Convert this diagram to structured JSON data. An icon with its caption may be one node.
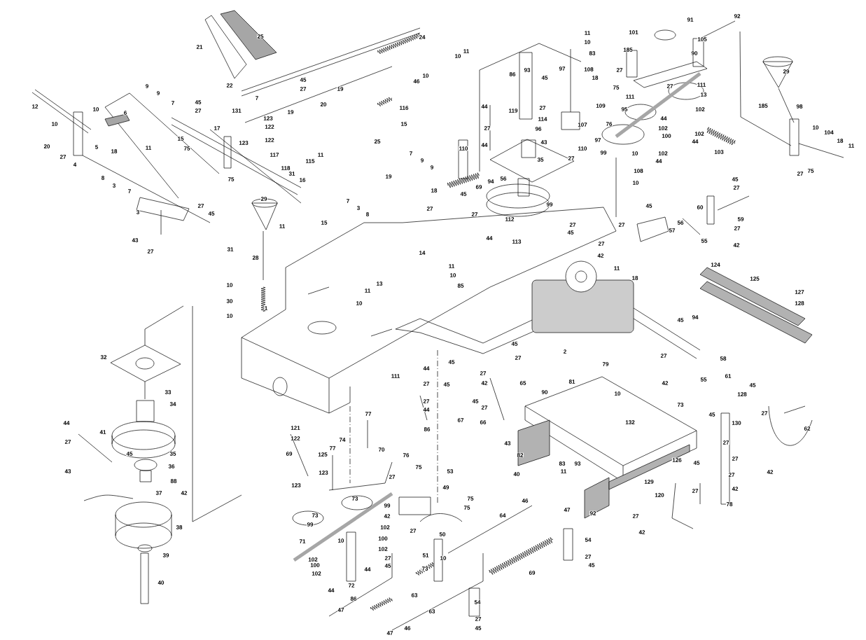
{
  "diagram": {
    "labels": [
      "25",
      "21",
      "22",
      "7",
      "19",
      "12",
      "9",
      "9",
      "10",
      "6",
      "7",
      "45",
      "27",
      "10",
      "131",
      "123",
      "122",
      "17",
      "15",
      "122",
      "123",
      "20",
      "5",
      "18",
      "11",
      "75",
      "27",
      "117",
      "4",
      "118",
      "31",
      "8",
      "3",
      "7",
      "75",
      "29",
      "3",
      "27",
      "45",
      "11",
      "43",
      "27",
      "31",
      "28",
      "10",
      "30",
      "1",
      "10",
      "24",
      "11",
      "10",
      "10",
      "46",
      "45",
      "27",
      "19",
      "20",
      "116",
      "15",
      "25",
      "11",
      "115",
      "7",
      "9",
      "9",
      "19",
      "16",
      "7",
      "3",
      "8",
      "15",
      "86",
      "93",
      "45",
      "97",
      "44",
      "119",
      "27",
      "114",
      "27",
      "96",
      "110",
      "44",
      "43",
      "35",
      "27",
      "18",
      "69",
      "45",
      "56",
      "94",
      "99",
      "27",
      "27",
      "112",
      "44",
      "113",
      "27",
      "45",
      "14",
      "11",
      "10",
      "85",
      "13",
      "11",
      "10",
      "92",
      "91",
      "11",
      "10",
      "101",
      "105",
      "83",
      "185",
      "90",
      "108",
      "27",
      "18",
      "75",
      "29",
      "27",
      "111",
      "111",
      "13",
      "109",
      "95",
      "102",
      "44",
      "107",
      "185",
      "98",
      "76",
      "102",
      "97",
      "100",
      "102",
      "44",
      "103",
      "10",
      "104",
      "18",
      "11",
      "99",
      "10",
      "102",
      "44",
      "110",
      "27",
      "75",
      "108",
      "10",
      "45",
      "27",
      "60",
      "59",
      "45",
      "27",
      "56",
      "57",
      "27",
      "27",
      "55",
      "42",
      "42",
      "11",
      "18",
      "124",
      "125",
      "127",
      "128",
      "32",
      "33",
      "34",
      "44",
      "41",
      "27",
      "45",
      "35",
      "36",
      "43",
      "88",
      "37",
      "42",
      "38",
      "39",
      "40",
      "45",
      "2",
      "27",
      "45",
      "44",
      "27",
      "111",
      "42",
      "65",
      "81",
      "27",
      "45",
      "90",
      "45",
      "27",
      "27",
      "44",
      "77",
      "67",
      "66",
      "121",
      "86",
      "122",
      "74",
      "43",
      "77",
      "70",
      "69",
      "125",
      "76",
      "82",
      "83",
      "93",
      "75",
      "53",
      "11",
      "123",
      "27",
      "40",
      "123",
      "49",
      "73",
      "75",
      "46",
      "99",
      "75",
      "47",
      "42",
      "73",
      "64",
      "99",
      "102",
      "27",
      "50",
      "100",
      "10",
      "71",
      "102",
      "51",
      "10",
      "27",
      "102",
      "100",
      "45",
      "73",
      "44",
      "69",
      "102",
      "72",
      "44",
      "63",
      "86",
      "54",
      "47",
      "63",
      "27",
      "46",
      "45",
      "47",
      "45",
      "94",
      "27",
      "58",
      "79",
      "61",
      "55",
      "42",
      "45",
      "10",
      "128",
      "73",
      "27",
      "45",
      "132",
      "130",
      "62",
      "27",
      "27",
      "126",
      "45",
      "42",
      "27",
      "129",
      "42",
      "27",
      "120",
      "78",
      "92",
      "27",
      "42",
      "54",
      "27",
      "45"
    ]
  }
}
